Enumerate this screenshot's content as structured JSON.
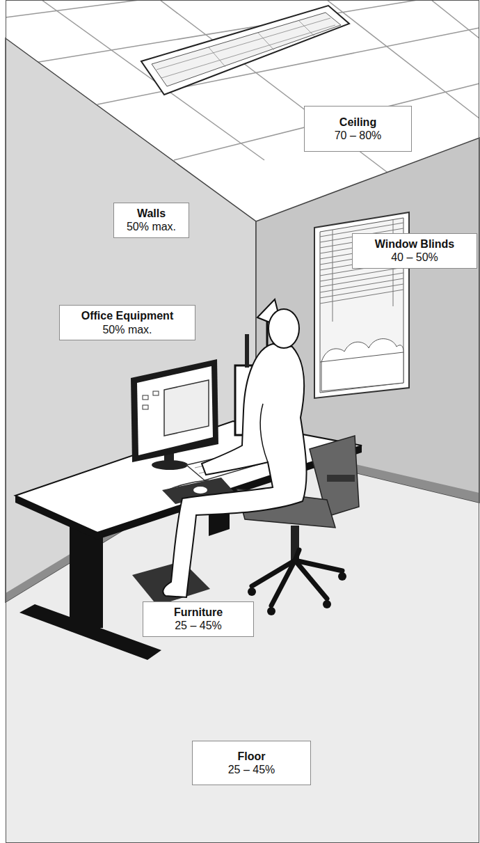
{
  "diagram": {
    "nodes": [
      {
        "text": [
          "Ceiling",
          "70 – 80%"
        ]
      },
      {
        "text": [
          "Walls",
          "50% max."
        ]
      },
      {
        "text": [
          "Window Blinds",
          "40 – 50%"
        ]
      },
      {
        "text": [
          "Office Equipment",
          "50% max."
        ]
      },
      {
        "text": [
          "Furniture",
          "25 – 45%"
        ]
      },
      {
        "text": [
          "Floor",
          "25 – 45%"
        ]
      }
    ]
  }
}
